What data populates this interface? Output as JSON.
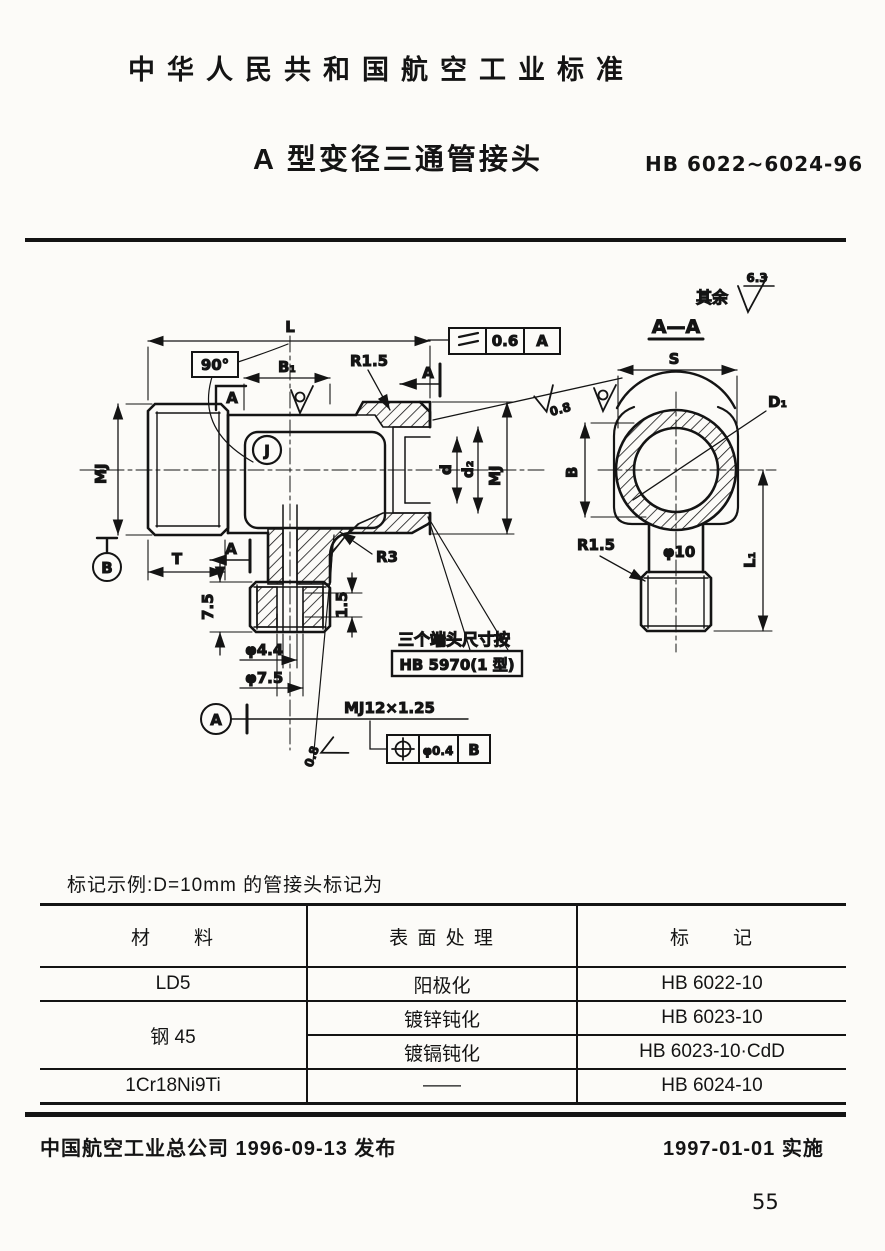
{
  "header": {
    "standard_name": "中华人民共和国航空工业标准",
    "title": "A 型变径三通管接头",
    "standard_no": "HB 6022~6024-96"
  },
  "drawing": {
    "roughness_note_prefix": "其余",
    "roughness_note_value": "6.3",
    "front_view": {
      "dim_L": "L",
      "angle": "90°",
      "dim_B1": "B₁",
      "radius_top": "R1.5",
      "section_arrow_top": "A",
      "section_arrow_mid": "A",
      "section_arrow_bottom": "A",
      "parallel_value": "0.6",
      "parallel_datum": "A",
      "roughness_right": "0.8",
      "thread_left": "MJ",
      "datum_left": "B",
      "dim_T": "T",
      "journal_mark": "J",
      "bore_d": "d",
      "bore_d2": "d₂",
      "thread_right": "MJ",
      "radius_bottom": "R3",
      "dim_7_5": "7.5",
      "dim_1_5": "1.5",
      "dia_4_4": "φ4.4",
      "dia_7_5": "φ7.5",
      "datum_bottom": "A",
      "thread_bottom": "MJ12×1.25",
      "position_value": "φ0.4",
      "position_datum": "B",
      "roughness_bottom": "0.8",
      "note_line1": "三个端头尺寸按",
      "note_line2": "HB 5970(1 型)"
    },
    "section_view": {
      "title": "A—A",
      "dim_S": "S",
      "dia_D1": "D₁",
      "dim_B": "B",
      "radius": "R1.5",
      "dia_10": "φ10",
      "dim_L1": "L₁"
    }
  },
  "example_line": "标记示例:D=10mm 的管接头标记为",
  "table": {
    "headers": {
      "material": "材　　料",
      "treatment": "表 面 处 理",
      "mark": "标　　记"
    },
    "rows": {
      "r1": {
        "material": "LD5",
        "treatment": "阳极化",
        "mark": "HB 6022-10"
      },
      "r2": {
        "material": "钢 45",
        "treatment": "镀锌钝化",
        "mark": "HB 6023-10"
      },
      "r3": {
        "treatment": "镀镉钝化",
        "mark": "HB 6023-10·CdD"
      },
      "r4": {
        "material": "1Cr18Ni9Ti",
        "treatment": "——",
        "mark": "HB 6024-10"
      }
    }
  },
  "footer": {
    "issue": "中国航空工业总公司 1996-09-13 发布",
    "implement": "1997-01-01 实施",
    "page_number": "55"
  }
}
